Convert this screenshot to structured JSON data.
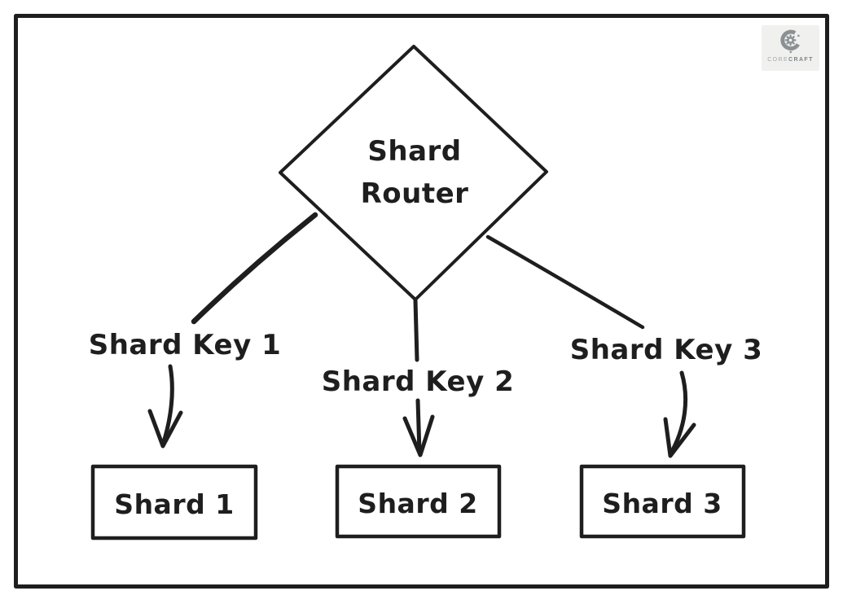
{
  "page": {
    "background": "#ffffff",
    "ink_color": "#1e1e1e",
    "frame": "black-rectangular-border"
  },
  "logo": {
    "brand_core": "CORE",
    "brand_craft": "CRAFT",
    "icon": "corecraft-gear-c-icon",
    "chip_background": "#f0f0ee",
    "icon_color": "#8b9094",
    "text_color": "#a3a8ab"
  },
  "diagram": {
    "router": {
      "shape": "diamond",
      "line1": "Shard",
      "line2": "Router"
    },
    "edges": [
      {
        "label": "Shard Key 1",
        "from": "Shard Router",
        "to": "Shard 1"
      },
      {
        "label": "Shard Key 2",
        "from": "Shard Router",
        "to": "Shard 2"
      },
      {
        "label": "Shard Key 3",
        "from": "Shard Router",
        "to": "Shard 3"
      }
    ],
    "shards": [
      {
        "label": "Shard 1",
        "shape": "rectangle"
      },
      {
        "label": "Shard 2",
        "shape": "rectangle"
      },
      {
        "label": "Shard 3",
        "shape": "rectangle"
      }
    ]
  }
}
